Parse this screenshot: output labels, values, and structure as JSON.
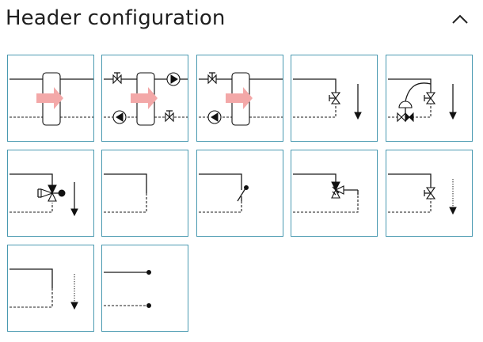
{
  "header": {
    "title": "Header configuration",
    "collapse_icon": "chevron-up-icon"
  },
  "tiles": [
    {
      "id": "tile-1",
      "icon": "heat-exchanger-icon"
    },
    {
      "id": "tile-2",
      "icon": "heat-exchanger-with-pumps-and-valves-icon"
    },
    {
      "id": "tile-3",
      "icon": "heat-exchanger-with-valve-and-pump-icon"
    },
    {
      "id": "tile-4",
      "icon": "line-end-with-valve-downflow-icon"
    },
    {
      "id": "tile-5",
      "icon": "line-end-with-control-valve-downflow-icon"
    },
    {
      "id": "tile-6",
      "icon": "line-end-with-three-way-valve-downflow-icon"
    },
    {
      "id": "tile-7",
      "icon": "line-end-closed-loop-icon"
    },
    {
      "id": "tile-8",
      "icon": "line-end-with-check-valve-icon"
    },
    {
      "id": "tile-9",
      "icon": "line-end-with-regulating-valve-icon"
    },
    {
      "id": "tile-10",
      "icon": "line-end-with-valve-dotted-flow-icon"
    },
    {
      "id": "tile-11",
      "icon": "line-end-dotted-flow-icon"
    },
    {
      "id": "tile-12",
      "icon": "open-line-ends-icon"
    }
  ],
  "colors": {
    "tile_border": "#4a9ab1",
    "flow_arrow": "#f3a8a8",
    "title_text": "#1f1f1f"
  }
}
